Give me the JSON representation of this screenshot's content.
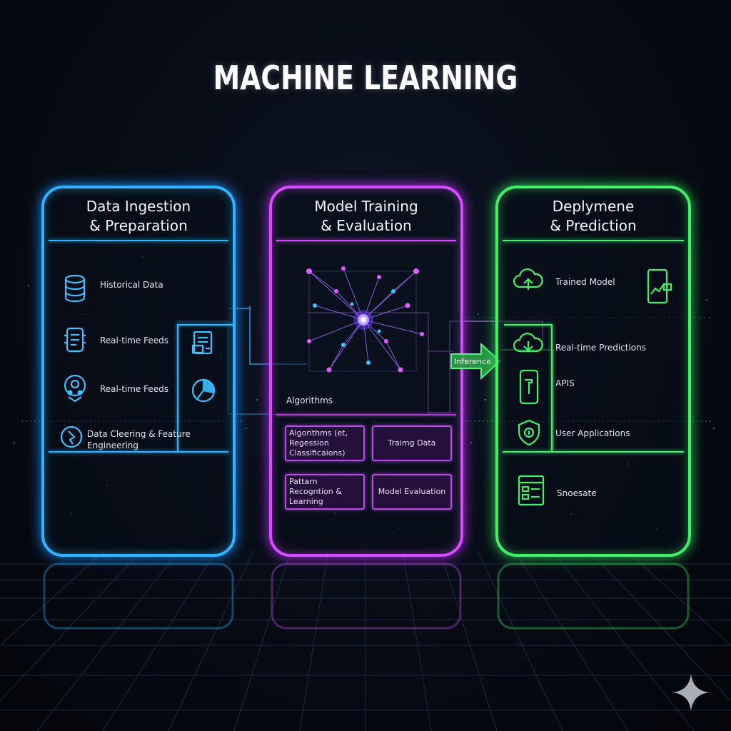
{
  "title": "MACHINE LEARNING",
  "colors": {
    "blue": "#2fb4ff",
    "purple": "#d64cff",
    "green": "#43ef6a",
    "background": "#05080f"
  },
  "stages": {
    "ingestion": {
      "title_line1": "Data Ingestion",
      "title_line2": "& Preparation",
      "items": [
        {
          "icon": "database-icon",
          "label": "Historical Data"
        },
        {
          "icon": "feed-device-icon",
          "label": "Real-time Feeds"
        },
        {
          "icon": "location-pin-icon",
          "label": "Real-time Feeds"
        },
        {
          "icon": "gear-chart-icon",
          "label_line1": "Data Cleering & Feature",
          "label_line2": "Engineering"
        }
      ],
      "side_icons": [
        "document-icon",
        "pie-chart-icon"
      ]
    },
    "training": {
      "title_line1": "Model Training",
      "title_line2": "& Evaluation",
      "network_icon": "neural-network-icon",
      "algorithms_label": "Algorithms",
      "boxes": [
        {
          "line1": "Algorithms (et, Regession",
          "line2": "Classificaions)"
        },
        {
          "line1": "Traimg Data"
        },
        {
          "line1": "Pattarn",
          "line2": "Recogntion & Learning"
        },
        {
          "line1": "Model Evaluation"
        }
      ]
    },
    "deployment": {
      "title_line1": "Deplymene",
      "title_line2": "& Prediction",
      "items": [
        {
          "icon": "cloud-upload-icon",
          "label": "Trained Model"
        },
        {
          "icon": "cloud-download-icon",
          "label": "Real-time Predictions"
        },
        {
          "icon": "phone-icon",
          "label": "APIS"
        },
        {
          "icon": "shield-icon",
          "label": "User Applications"
        },
        {
          "icon": "dashboard-icon",
          "label": "Snoesate"
        }
      ],
      "side_icon": "phone-chart-icon"
    }
  },
  "inference_label": "Inference"
}
